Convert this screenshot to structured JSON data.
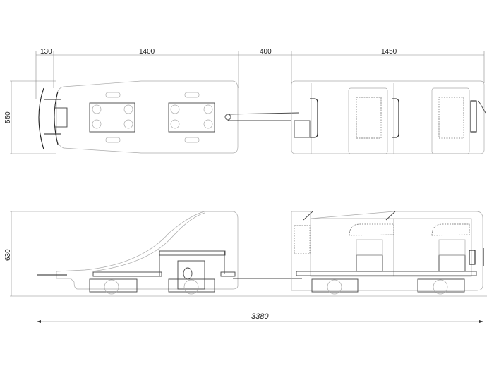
{
  "drawing": {
    "top_view": {
      "dimensions": {
        "coupler": "130",
        "locomotive_length": "1400",
        "gap": "400",
        "car_length": "1450",
        "width": "550"
      }
    },
    "side_view": {
      "dimensions": {
        "height": "630",
        "overall_length": "3380"
      }
    }
  }
}
